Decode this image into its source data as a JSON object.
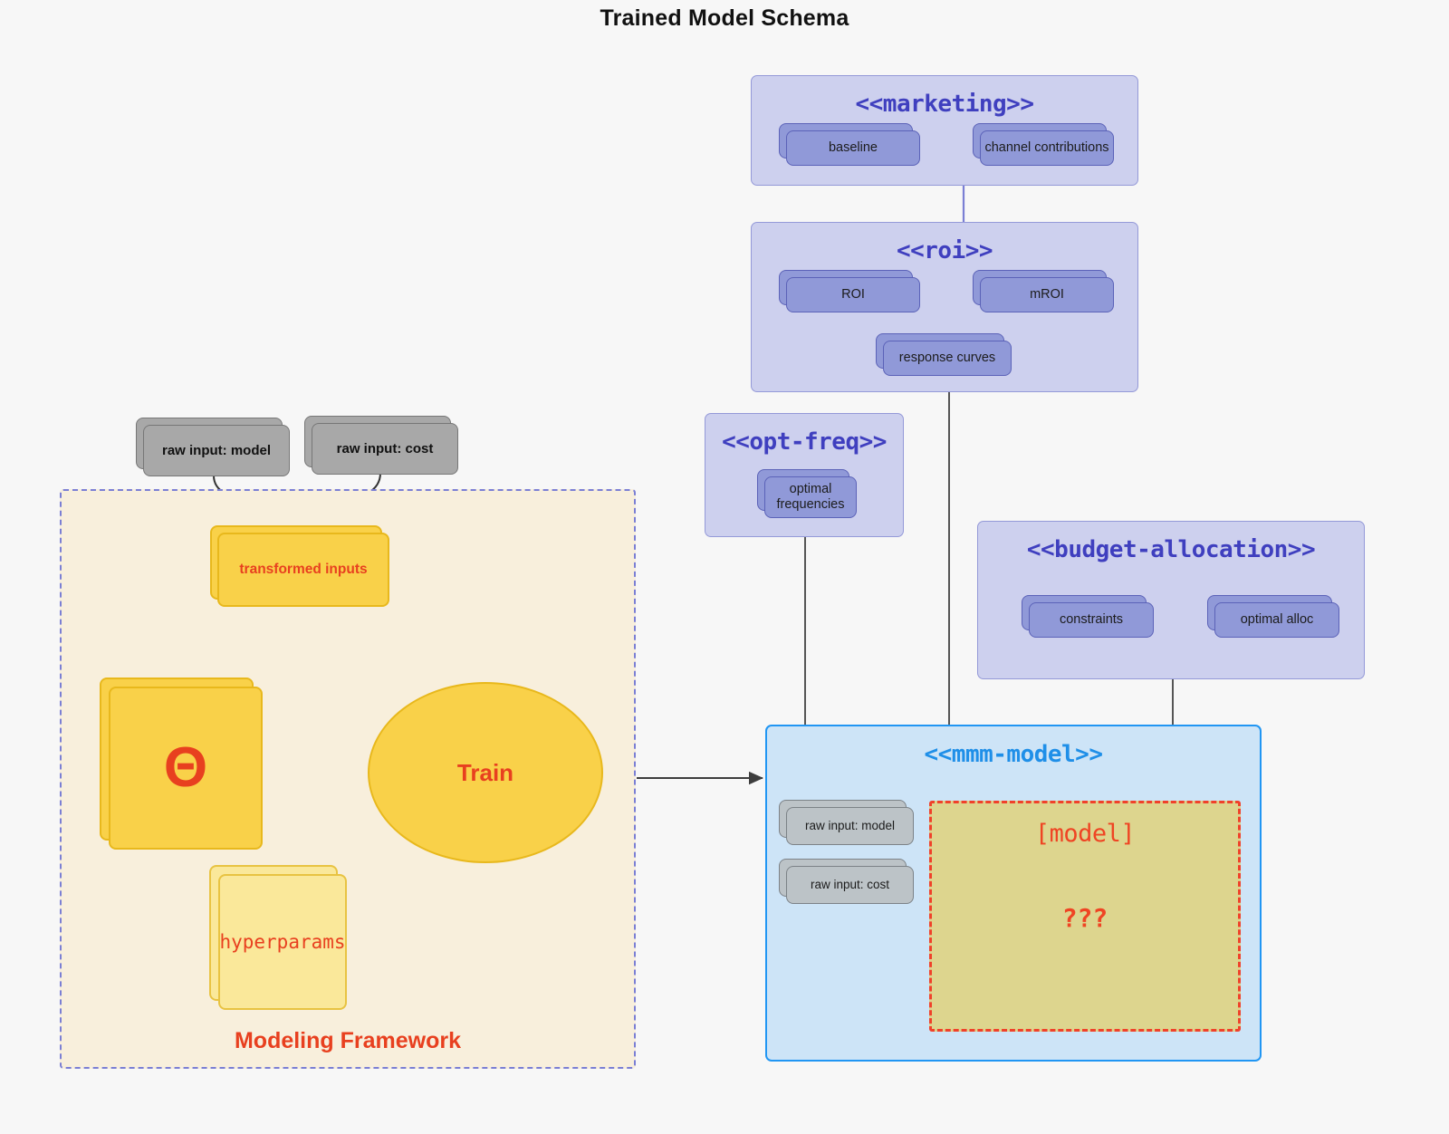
{
  "title": "Trained Model Schema",
  "colors": {
    "background": "#f7f7f7",
    "package_fill": "#cdd0ee",
    "package_border": "#9499d8",
    "package_title": "#3f3fbf",
    "node_purple": "#9099d8",
    "mmm_fill": "#cde4f7",
    "mmm_border": "#2196f3",
    "mmm_title": "#1f8fe8",
    "framework_fill": "#f8efdc",
    "framework_border": "#7b7fd4",
    "accent_red": "#e8401f",
    "yellow_strong": "#f9d149",
    "yellow_pale": "#fae89a",
    "model_fill": "#ddd58e",
    "gray_node": "#a8a8a8"
  },
  "packages": [
    {
      "id": "marketing",
      "title": "<<marketing>>",
      "nodes": [
        {
          "label": "baseline"
        },
        {
          "label": "channel contributions"
        }
      ]
    },
    {
      "id": "roi",
      "title": "<<roi>>",
      "nodes": [
        {
          "label": "ROI"
        },
        {
          "label": "mROI"
        },
        {
          "label": "response curves"
        }
      ]
    },
    {
      "id": "opt-freq",
      "title": "<<opt-freq>>",
      "nodes": [
        {
          "label": "optimal frequencies"
        }
      ]
    },
    {
      "id": "budget-allocation",
      "title": "<<budget-allocation>>",
      "nodes": [
        {
          "label": "constraints"
        },
        {
          "label": "optimal alloc"
        }
      ]
    },
    {
      "id": "mmm-model",
      "title": "<<mmm-model>>",
      "nodes": [
        {
          "label": "raw input: model"
        },
        {
          "label": "raw input: cost"
        }
      ],
      "model_box": {
        "title": "[model]",
        "question": "???"
      }
    }
  ],
  "framework": {
    "label": "Modeling Framework",
    "raw_inputs": [
      {
        "label": "raw input: model"
      },
      {
        "label": "raw input: cost"
      }
    ],
    "transformed_inputs": "transformed inputs",
    "theta": "Θ",
    "hyperparams": "hyperparams",
    "train": "Train"
  },
  "edges": [
    {
      "from": "raw input: model",
      "to": "transformed inputs",
      "style": "curved-arrow",
      "color": "#333333"
    },
    {
      "from": "raw input: cost",
      "to": "transformed inputs",
      "style": "curved-arrow",
      "color": "#333333"
    },
    {
      "from": "transformed inputs",
      "to": "Train",
      "style": "curved-arrow",
      "color": "#e8401f"
    },
    {
      "from": "Θ",
      "to": "Train",
      "style": "straight-arrow",
      "color": "#e8401f"
    },
    {
      "from": "hyperparams",
      "to": "Train",
      "style": "curved-arrow",
      "color": "#e8401f"
    },
    {
      "from": "Modeling Framework",
      "to": "mmm-model",
      "style": "straight-arrow",
      "color": "#3d3d3d"
    },
    {
      "from": "baseline",
      "to": "channel contributions",
      "style": "bidirectional",
      "color": "#5b62b8"
    },
    {
      "from": "ROI",
      "to": "mROI",
      "style": "bidirectional",
      "color": "#5b62b8"
    },
    {
      "from": "constraints",
      "to": "optimal alloc",
      "style": "bidirectional",
      "color": "#5b62b8"
    },
    {
      "from": "marketing",
      "to": "roi",
      "style": "line",
      "color": "#7b7fd4"
    },
    {
      "from": "roi",
      "to": "mmm-model",
      "style": "line",
      "color": "#555555"
    },
    {
      "from": "opt-freq",
      "to": "mmm-model",
      "style": "line",
      "color": "#555555"
    },
    {
      "from": "budget-allocation",
      "to": "mmm-model",
      "style": "line",
      "color": "#555555"
    }
  ]
}
